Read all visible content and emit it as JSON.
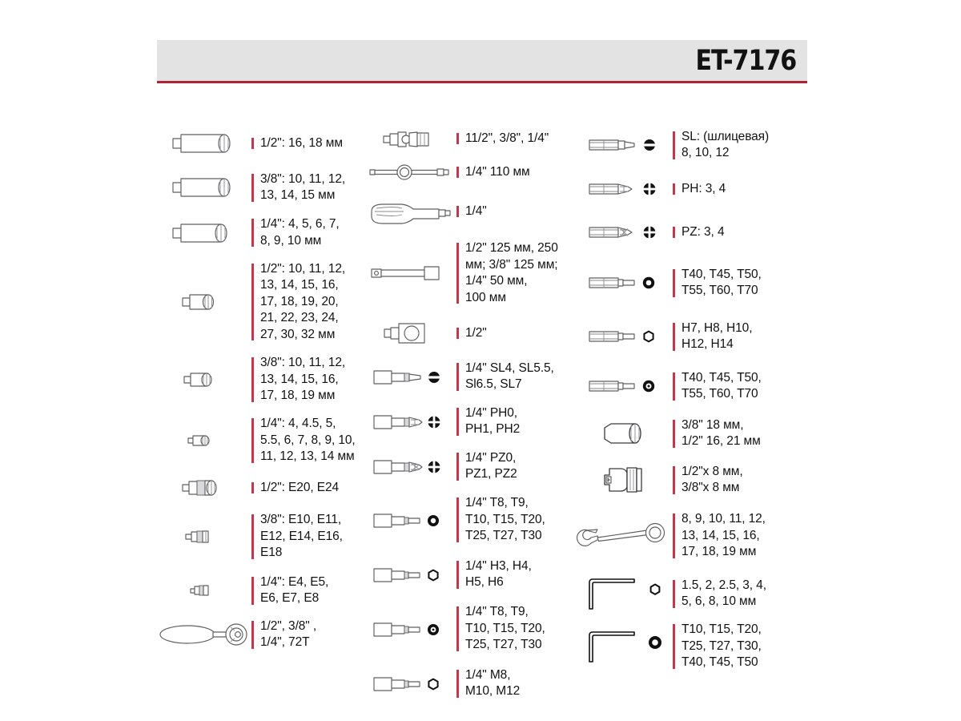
{
  "header": {
    "model": "ET-7176"
  },
  "colors": {
    "accent_red": "#b02334",
    "bar_red": "#c0394b",
    "header_bg": "#e3e3e3",
    "text": "#111111"
  },
  "columns": [
    {
      "name": "column-1",
      "rows": [
        {
          "icon": "deep-socket-icon",
          "text": "1/2\": 16, 18  мм"
        },
        {
          "icon": "deep-socket-icon",
          "text": "3/8\": 10, 11, 12,\n13, 14, 15 мм"
        },
        {
          "icon": "deep-socket-icon",
          "text": "1/4\": 4, 5, 6, 7,\n8, 9, 10 мм"
        },
        {
          "icon": "socket-icon",
          "text": "1/2\": 10, 11, 12,\n13, 14, 15, 16,\n17, 18, 19, 20,\n21, 22, 23, 24,\n27, 30, 32 мм"
        },
        {
          "icon": "socket-icon",
          "text": "3/8\": 10, 11, 12,\n13, 14, 15, 16,\n17, 18, 19 мм"
        },
        {
          "icon": "socket-small-icon",
          "text": "1/4\": 4, 4.5, 5,\n5.5, 6, 7, 8, 9, 10,\n11, 12, 13, 14 мм"
        },
        {
          "icon": "e-socket-large-icon",
          "text": "1/2\": E20, E24"
        },
        {
          "icon": "e-socket-medium-icon",
          "text": "3/8\": E10, E11,\nE12, E14, E16,\nE18"
        },
        {
          "icon": "e-socket-small-icon",
          "text": "1/4\": E4, E5,\nE6, E7, E8"
        },
        {
          "icon": "ratchet-handle-icon",
          "text": "1/2\", 3/8\" ,\n1/4\", 72T"
        }
      ]
    },
    {
      "name": "column-2",
      "rows": [
        {
          "icon": "universal-joint-icon",
          "text": "11/2\", 3/8\", 1/4\""
        },
        {
          "icon": "sliding-t-bar-icon",
          "text": "1/4\" 110 мм"
        },
        {
          "icon": "screwdriver-handle-icon",
          "text": "1/4\""
        },
        {
          "icon": "extension-bar-icon",
          "text": "1/2\" 125 мм, 250\nмм; 3/8\" 125 мм;\n1/4\" 50 мм,\n100 мм"
        },
        {
          "icon": "square-adapter-icon",
          "text": "1/2\""
        },
        {
          "icon": "bit-socket-icon",
          "symbol": "slotted-symbol",
          "text": "1/4\" SL4, SL5.5,\nSl6.5, SL7"
        },
        {
          "icon": "bit-socket-icon",
          "symbol": "phillips-symbol",
          "text": "1/4\" PH0,\nPH1, PH2"
        },
        {
          "icon": "bit-socket-icon",
          "symbol": "pozidriv-symbol",
          "text": "1/4\" PZ0,\nPZ1, PZ2"
        },
        {
          "icon": "bit-socket-icon",
          "symbol": "torx-symbol",
          "text": "1/4\" T8, T9,\nT10, T15, T20,\nT25, T27, T30"
        },
        {
          "icon": "bit-socket-icon",
          "symbol": "hex-symbol",
          "text": "1/4\" H3, H4,\nH5, H6"
        },
        {
          "icon": "bit-socket-icon",
          "symbol": "torx-tamper-symbol",
          "text": "1/4\" T8, T9,\nT10, T15, T20,\nT25, T27, T30"
        },
        {
          "icon": "bit-socket-icon",
          "symbol": "spline-symbol",
          "text": "1/4\" M8,\nM10, M12"
        }
      ]
    },
    {
      "name": "column-3",
      "rows": [
        {
          "icon": "hex-shank-bit-icon",
          "symbol": "slotted-symbol",
          "text": "SL: (шлицевая)\n8, 10, 12"
        },
        {
          "icon": "hex-shank-bit-icon",
          "symbol": "phillips-symbol",
          "text": "PH: 3, 4"
        },
        {
          "icon": "hex-shank-bit-icon",
          "symbol": "pozidriv-symbol",
          "text": "PZ: 3, 4"
        },
        {
          "icon": "hex-shank-bit-icon",
          "symbol": "torx-symbol",
          "text": "T40, T45, T50,\nT55, T60, T70"
        },
        {
          "icon": "hex-shank-bit-icon",
          "symbol": "hex-symbol",
          "text": "H7, H8, H10,\nH12, H14"
        },
        {
          "icon": "hex-shank-bit-icon",
          "symbol": "torx-tamper-symbol",
          "text": "T40, T45, T50,\nT55, T60, T70"
        },
        {
          "icon": "spark-plug-socket-icon",
          "text": "3/8\" 18 мм,\n1/2\" 16, 21 мм"
        },
        {
          "icon": "impact-adapter-icon",
          "text": "1/2\"x 8 мм,\n3/8\"x 8 мм"
        },
        {
          "icon": "combination-wrench-icon",
          "text": "8, 9, 10, 11, 12,\n13, 14, 15, 16,\n17, 18, 19 мм"
        },
        {
          "icon": "hex-key-icon",
          "symbol": "hex-symbol",
          "text": "1.5, 2, 2.5, 3, 4,\n5, 6, 8, 10 мм"
        },
        {
          "icon": "torx-key-icon",
          "symbol": "torx-symbol",
          "text": "T10, T15, T20,\nT25, T27, T30,\nT40, T45, T50"
        }
      ]
    }
  ]
}
